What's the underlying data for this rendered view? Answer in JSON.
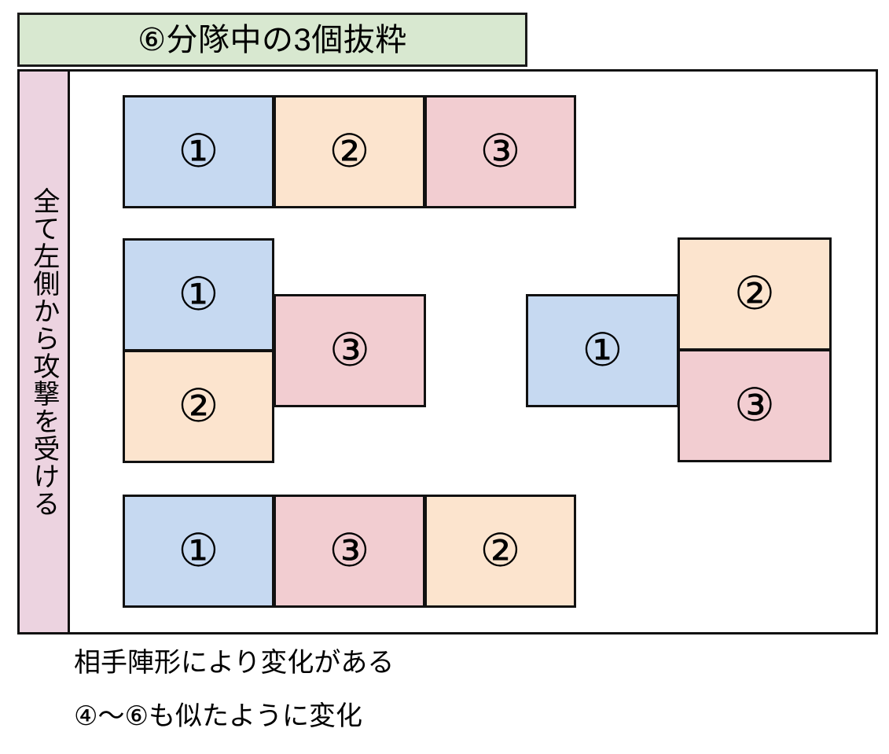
{
  "title": {
    "text": "⑥分隊中の3個抜粋",
    "background_color": "#d8e8d0"
  },
  "sidebar": {
    "label": "全て左側から攻撃を受ける",
    "background_color": "#ecd3e0",
    "orientation": "vertical"
  },
  "palette": {
    "blue": "#c6d9f1",
    "orange": "#fce4ce",
    "pink": "#f2cdd1",
    "border": "#111111"
  },
  "formations": [
    {
      "name": "formation-row-1",
      "layout": "three-in-a-row",
      "blocks": [
        {
          "label": "①",
          "color": "blue"
        },
        {
          "label": "②",
          "color": "orange"
        },
        {
          "label": "③",
          "color": "pink"
        }
      ]
    },
    {
      "name": "formation-row-2-left",
      "layout": "two-stacked-plus-offset-right",
      "blocks": [
        {
          "label": "①",
          "color": "blue"
        },
        {
          "label": "②",
          "color": "orange"
        },
        {
          "label": "③",
          "color": "pink"
        }
      ]
    },
    {
      "name": "formation-row-2-right",
      "layout": "one-left-plus-two-stacked-right",
      "blocks": [
        {
          "label": "①",
          "color": "blue"
        },
        {
          "label": "②",
          "color": "orange"
        },
        {
          "label": "③",
          "color": "pink"
        }
      ]
    },
    {
      "name": "formation-row-3",
      "layout": "three-in-a-row",
      "blocks": [
        {
          "label": "①",
          "color": "blue"
        },
        {
          "label": "③",
          "color": "pink"
        },
        {
          "label": "②",
          "color": "orange"
        }
      ]
    }
  ],
  "captions": [
    "相手陣形により変化がある",
    "④〜⑥も似たように変化"
  ]
}
